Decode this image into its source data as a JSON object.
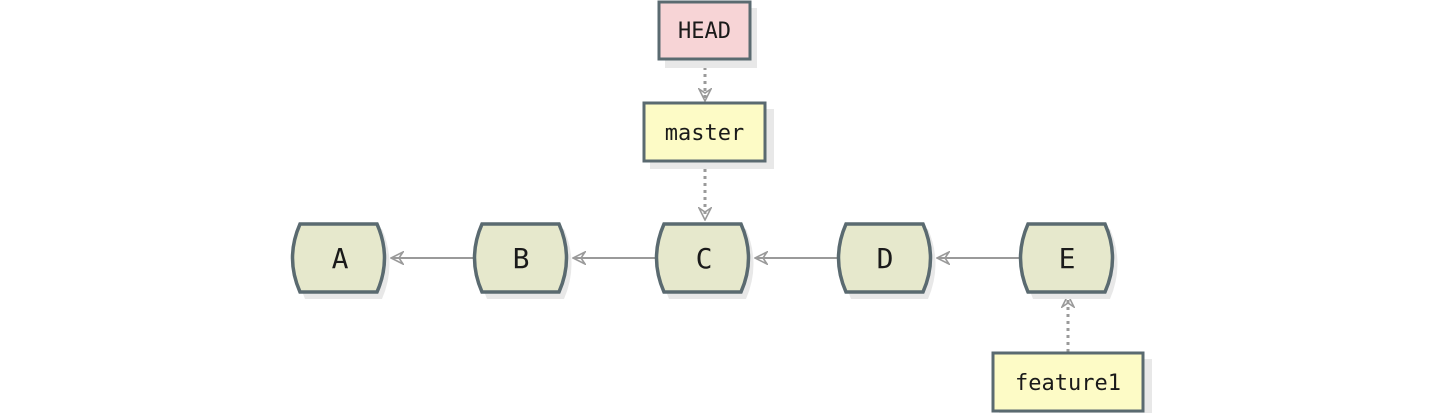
{
  "diagram": {
    "commits": [
      "A",
      "B",
      "C",
      "D",
      "E"
    ],
    "parent_links": [
      {
        "from": "E",
        "to": "D"
      },
      {
        "from": "D",
        "to": "C"
      },
      {
        "from": "C",
        "to": "B"
      },
      {
        "from": "B",
        "to": "A"
      }
    ],
    "refs": {
      "head": "HEAD",
      "master": "master",
      "feature1": "feature1"
    },
    "ref_links": [
      {
        "from": "HEAD",
        "to": "master"
      },
      {
        "from": "master",
        "to": "C"
      },
      {
        "from": "feature1",
        "to": "E"
      }
    ],
    "colors": {
      "commit_fill": "#e6e8cc",
      "stroke": "#5a6a70",
      "head_fill": "#f7d4d6",
      "branch_fill": "#fdfbc6",
      "arrow": "#9a9a9a",
      "shadow": "#e8e8e8"
    }
  }
}
